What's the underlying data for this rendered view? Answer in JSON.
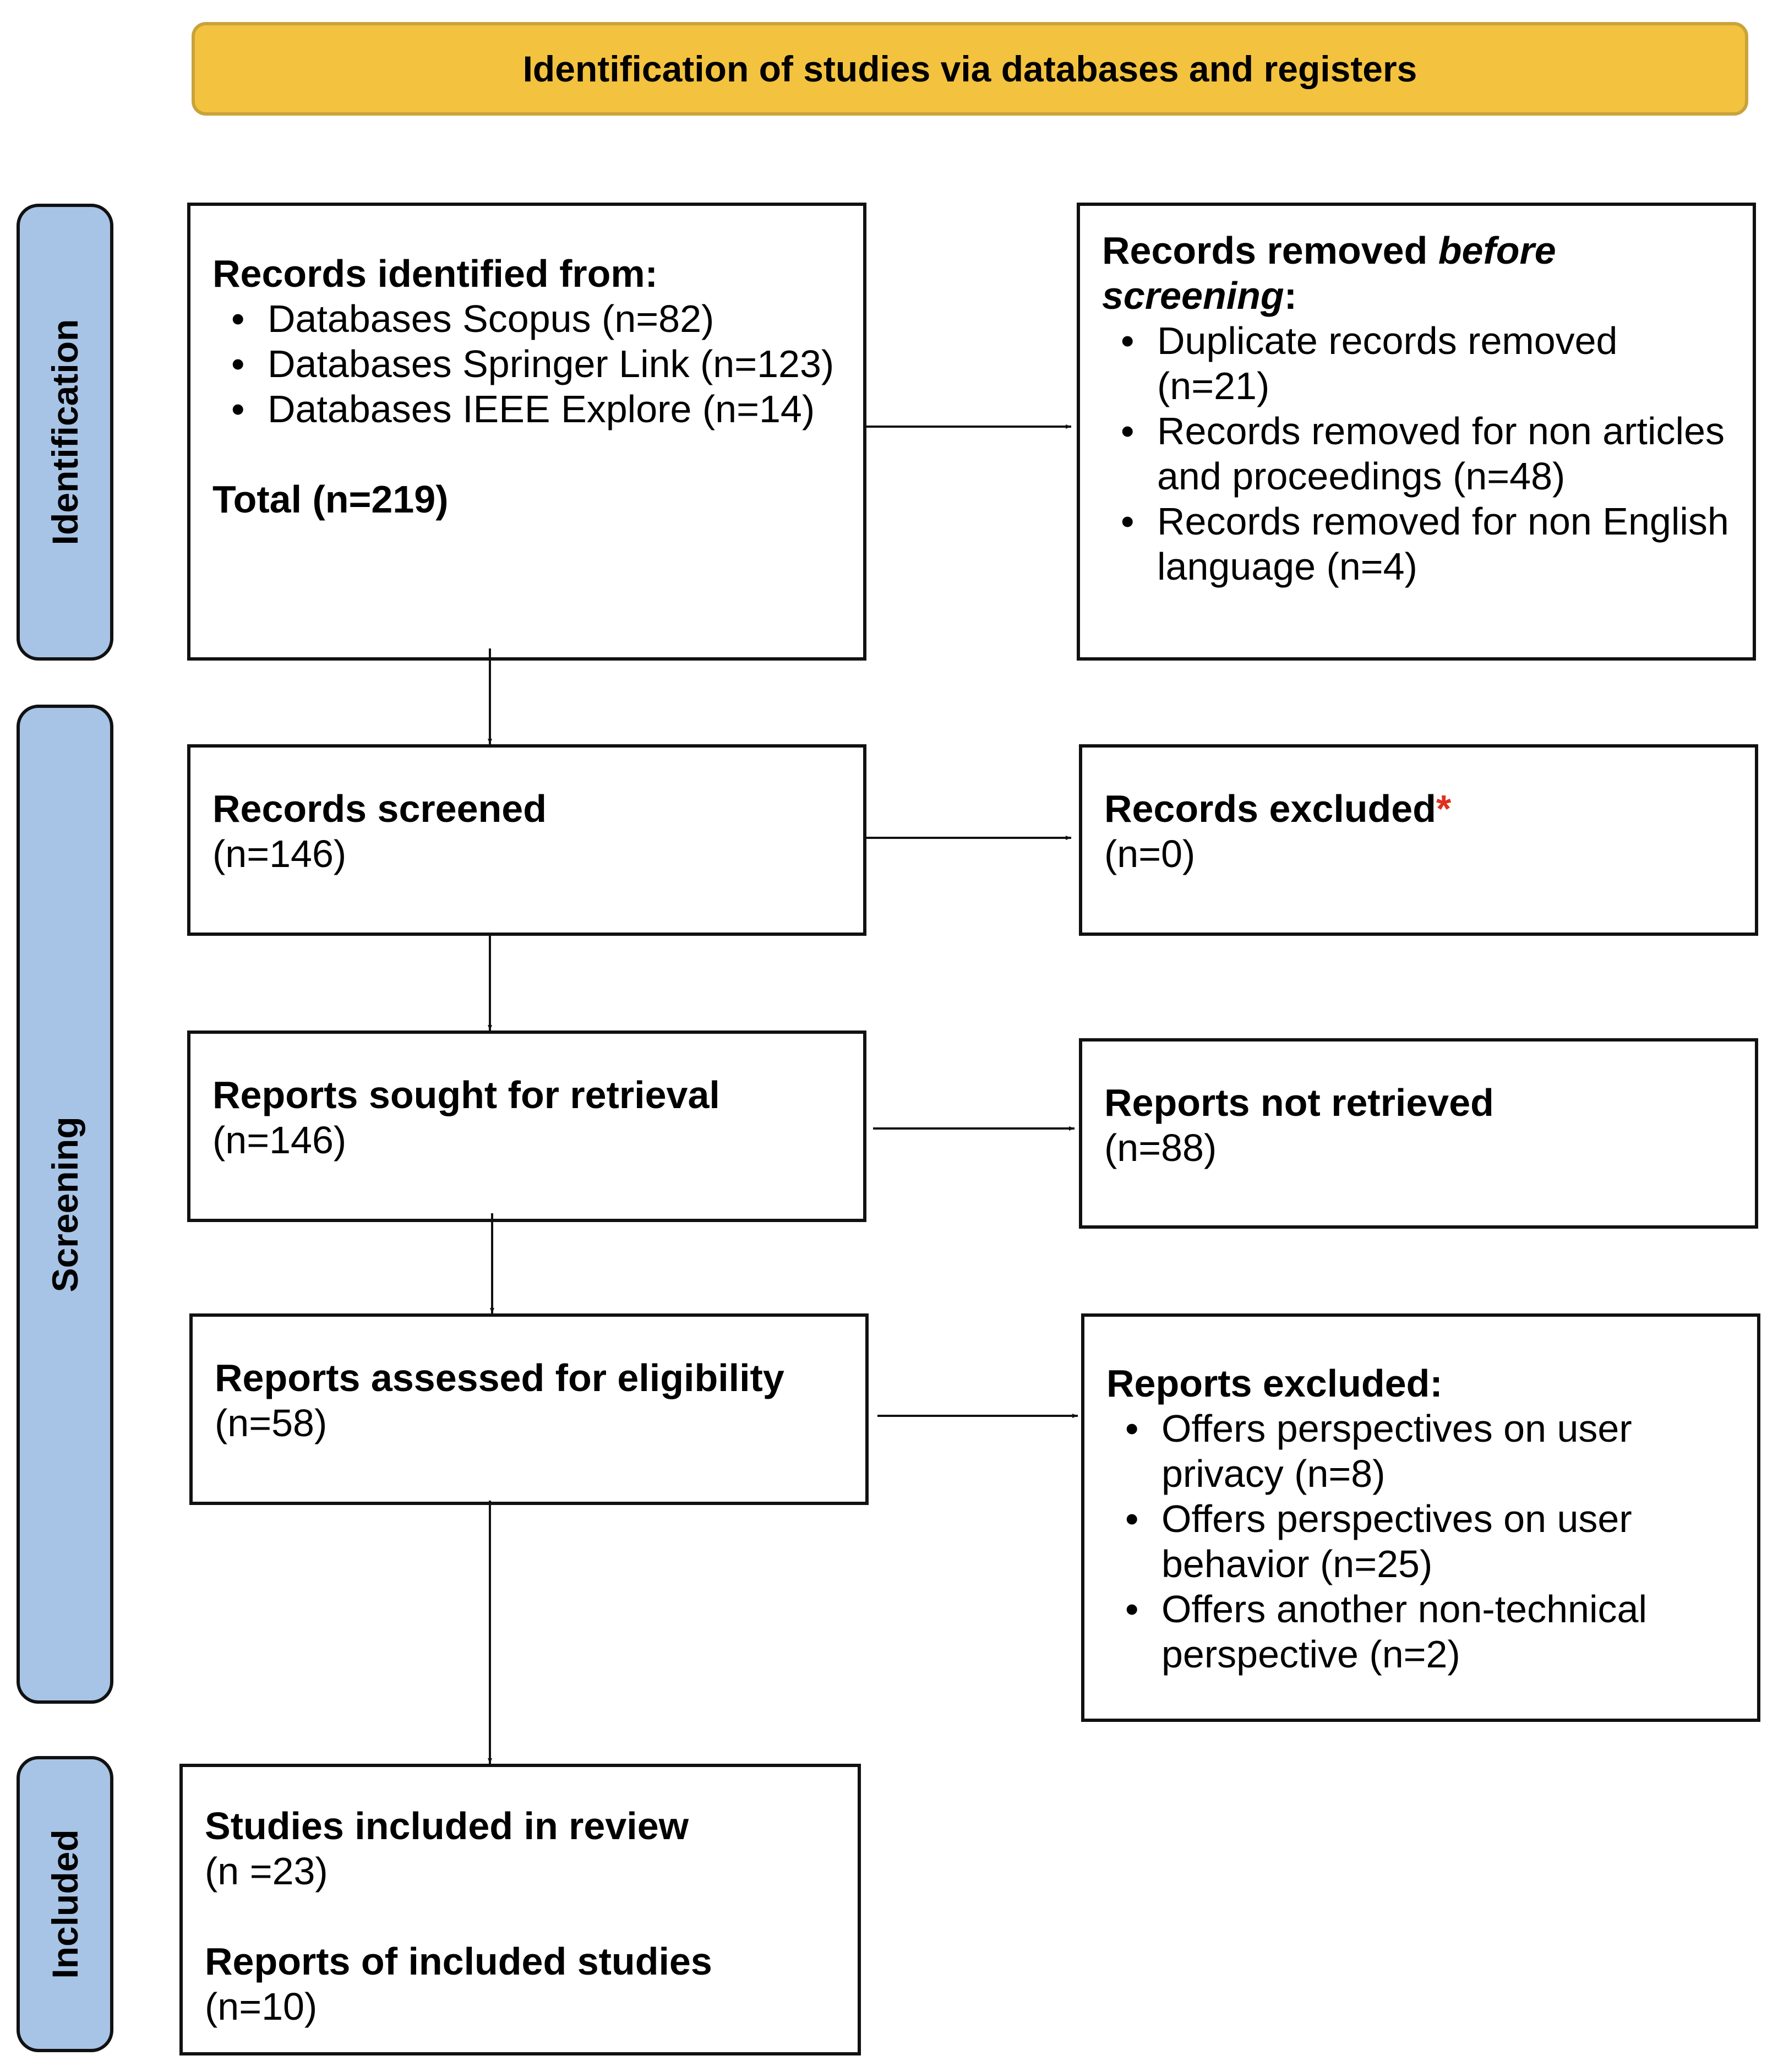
{
  "header": {
    "title": "Identification of studies via databases and registers"
  },
  "phases": {
    "identification": "Identification",
    "screening": "Screening",
    "included": "Included"
  },
  "identified": {
    "title": "Records identified from:",
    "items": [
      "Databases Scopus (n=82)",
      "Databases Springer Link (n=123)",
      "Databases IEEE Explore (n=14)"
    ],
    "total": "Total (n=219)"
  },
  "removed": {
    "title_start": "Records removed ",
    "title_emph": "before screening",
    "title_end": ":",
    "items": [
      "Duplicate records removed (n=21)",
      "Records removed for non articles and proceedings (n=48)",
      "Records removed for non English language (n=4)"
    ]
  },
  "screened": {
    "title": "Records screened",
    "count": "(n=146)"
  },
  "excluded": {
    "title": "Records excluded",
    "marker": "*",
    "count": "(n=0)"
  },
  "sought": {
    "title": "Reports sought for retrieval",
    "count": "(n=146)"
  },
  "not_retrieved": {
    "title": "Reports not retrieved",
    "count": "(n=88)"
  },
  "assessed": {
    "title": "Reports assessed for eligibility",
    "count": "(n=58)"
  },
  "reports_excluded": {
    "title": "Reports excluded:",
    "items": [
      "Offers perspectives on user privacy (n=8)",
      "Offers perspectives on user behavior (n=25)",
      "Offers another non-technical perspective (n=2)"
    ]
  },
  "included": {
    "studies_title": "Studies included in review",
    "studies_count": "(n =23)",
    "reports_title": "Reports of included studies",
    "reports_count": "(n=10)"
  },
  "colors": {
    "header_fill": "#f3c23f",
    "phase_fill": "#a7c4e6",
    "asterisk": "#e0301e"
  }
}
